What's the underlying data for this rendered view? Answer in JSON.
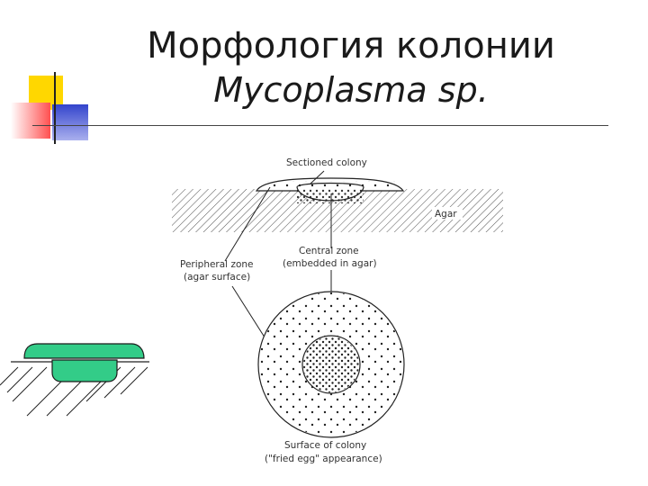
{
  "slide": {
    "title_line1": "Морфология колонии",
    "title_line2": "Mycoplasma sp."
  },
  "diagram": {
    "labels": {
      "sectioned": "Sectioned colony",
      "agar": "Agar",
      "central_line1": "Central zone",
      "central_line2": "(embedded in agar)",
      "peripheral_line1": "Peripheral zone",
      "peripheral_line2": "(agar surface)",
      "surface_line1": "Surface of colony",
      "surface_line2": "(\"fried egg\" appearance)"
    }
  },
  "colors": {
    "decor_yellow": "#ffd700",
    "decor_red": "#ff4040",
    "decor_blue": "#3333cc",
    "colony_green": "#33cc88"
  }
}
